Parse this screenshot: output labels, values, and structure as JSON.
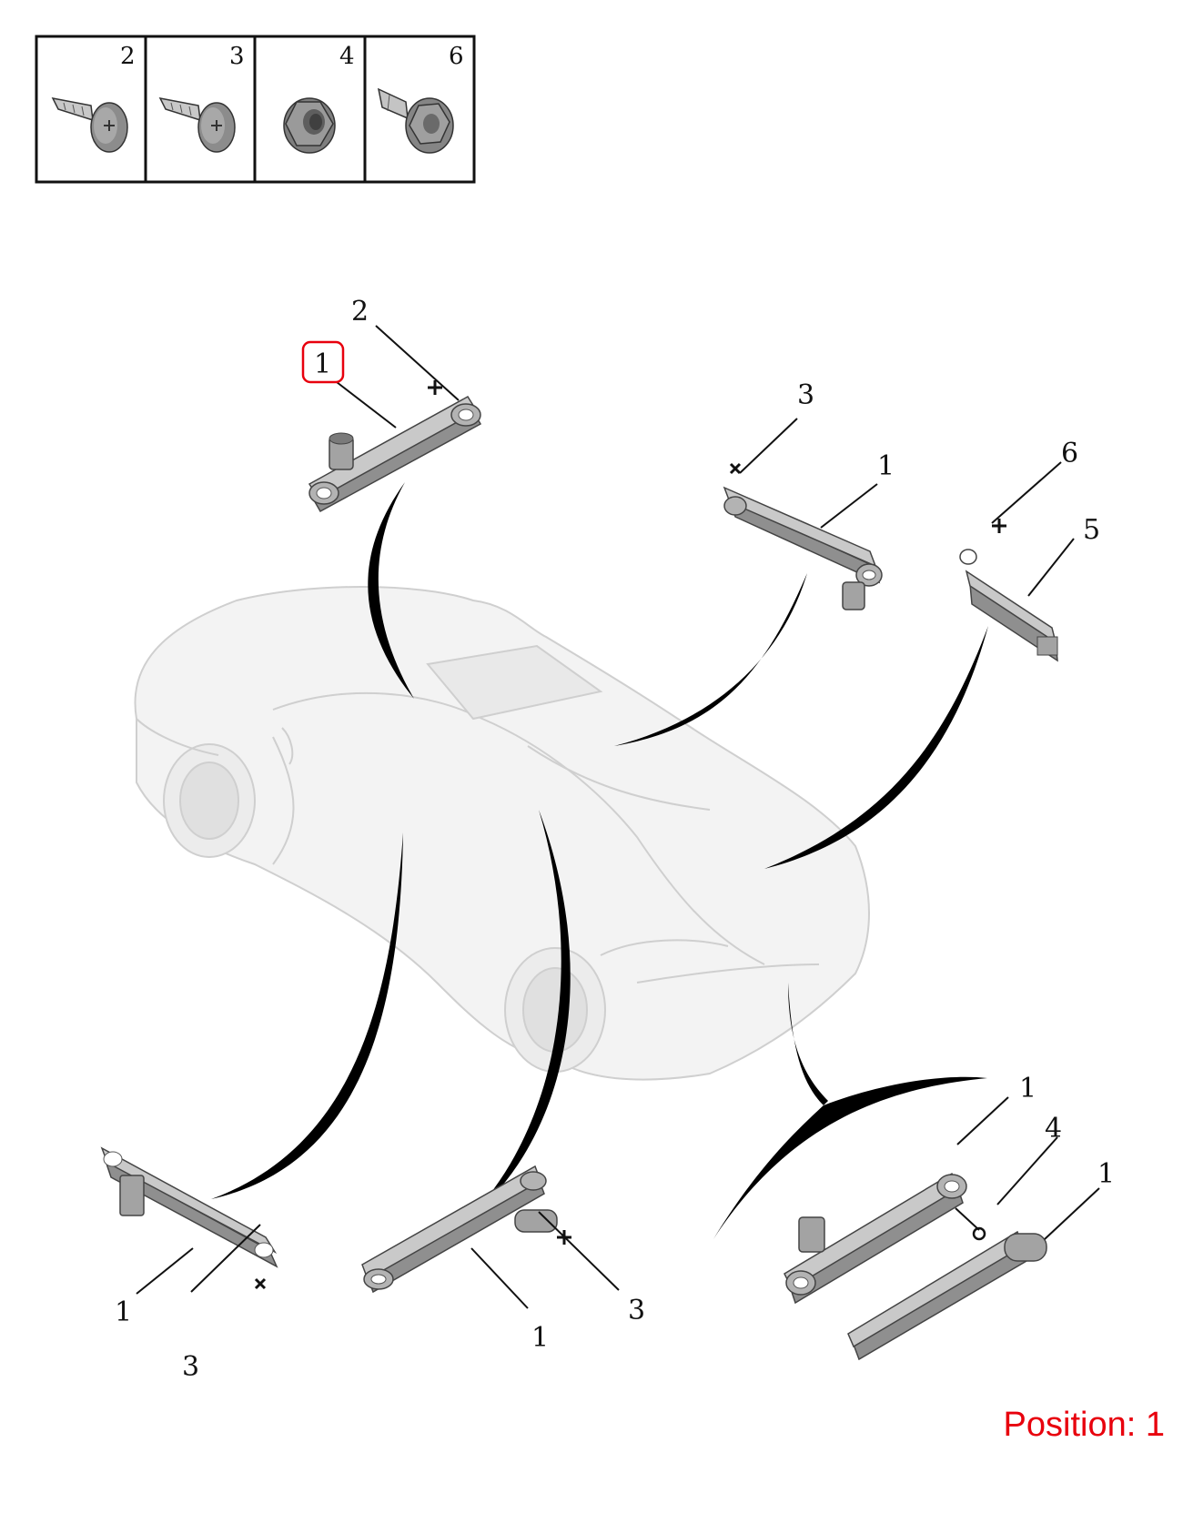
{
  "header_box": {
    "cells": [
      {
        "label": "2",
        "icon": "screw-icon"
      },
      {
        "label": "3",
        "icon": "screw-icon"
      },
      {
        "label": "4",
        "icon": "flange-nut-icon"
      },
      {
        "label": "6",
        "icon": "push-clip-icon"
      }
    ]
  },
  "callouts": {
    "top_antenna": {
      "part": "1",
      "screw": "2"
    },
    "roof_right_antenna": {
      "part": "1",
      "screw": "3"
    },
    "module": {
      "part": "5",
      "clip": "6"
    },
    "left_antenna": {
      "part": "1",
      "screw": "3"
    },
    "center_antenna": {
      "part": "1",
      "screw": "3"
    },
    "rear_antenna_a": {
      "part": "1",
      "nut": "4"
    },
    "rear_antenna_b": {
      "part": "1"
    }
  },
  "highlight": {
    "value": "1",
    "color": "#e8000d"
  },
  "position": {
    "text": "Position: 1",
    "color": "#e8000d"
  }
}
